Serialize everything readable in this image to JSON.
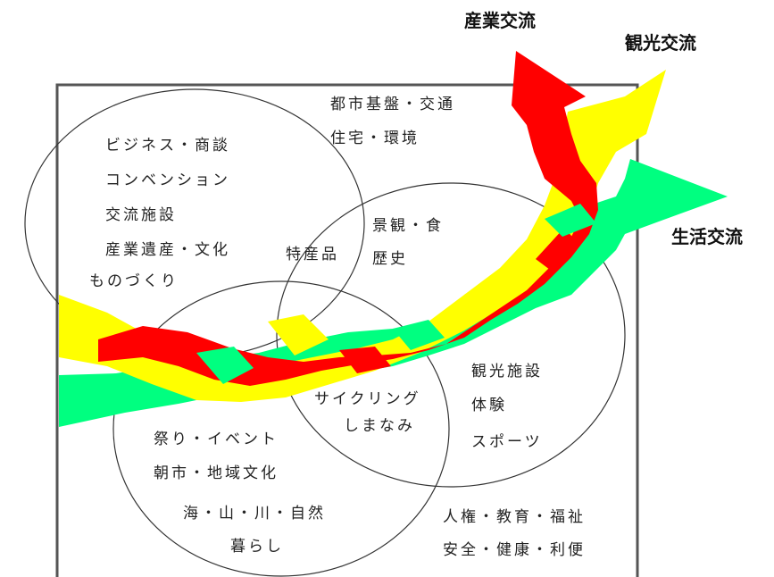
{
  "flows": {
    "industry": "産業交流",
    "tourism": "観光交流",
    "living": "生活交流"
  },
  "colors": {
    "red": "#ff0000",
    "yellow": "#ffff00",
    "green": "#00ff80",
    "frame": "#555555",
    "circle": "#333333"
  },
  "top_box": {
    "line1": "都市基盤・交通",
    "line2": "住宅・環境"
  },
  "left_circle": {
    "item1": "ビジネス・商談",
    "item2": "コンベンション",
    "item3": "交流施設",
    "item4": "産業遺産・文化",
    "item5": "ものづくり"
  },
  "overlap": {
    "tokusanhin": "特産品",
    "cycling1": "サイクリング",
    "cycling2": "しまなみ"
  },
  "right_circle": {
    "item1": "景観・食",
    "item2": "歴史",
    "item3": "観光施設",
    "item4": "体験",
    "item5": "スポーツ"
  },
  "bottom_circle": {
    "item1": "祭り・イベント",
    "item2": "朝市・地域文化",
    "item3": "海・山・川・自然",
    "item4": "暮らし"
  },
  "bottom_right": {
    "line1": "人権・教育・福祉",
    "line2": "安全・健康・利便"
  }
}
